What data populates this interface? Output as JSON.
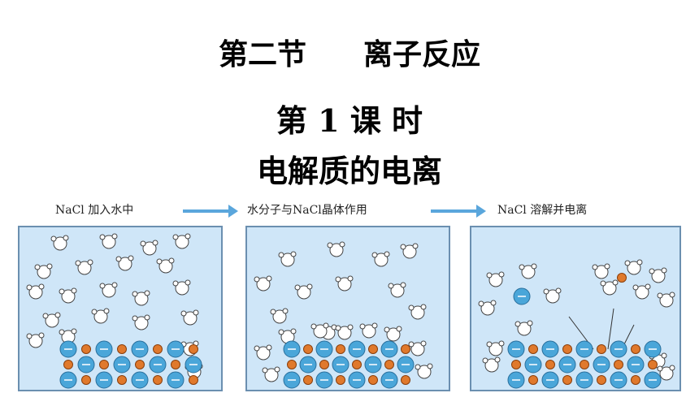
{
  "heading": {
    "section": "第二节",
    "topic": "离子反应",
    "lesson": "第 1 课 时",
    "subtitle": "电解质的电离"
  },
  "diagram": {
    "captions": [
      "NaCl 加入水中",
      "水分子与NaCl晶体作用",
      "NaCl 溶解并电离"
    ],
    "colors": {
      "water_bg": "#cfe6f8",
      "cl_ion": "#4aa6d9",
      "na_ion": "#e0792c",
      "arrow": "#5aa6dc"
    }
  }
}
